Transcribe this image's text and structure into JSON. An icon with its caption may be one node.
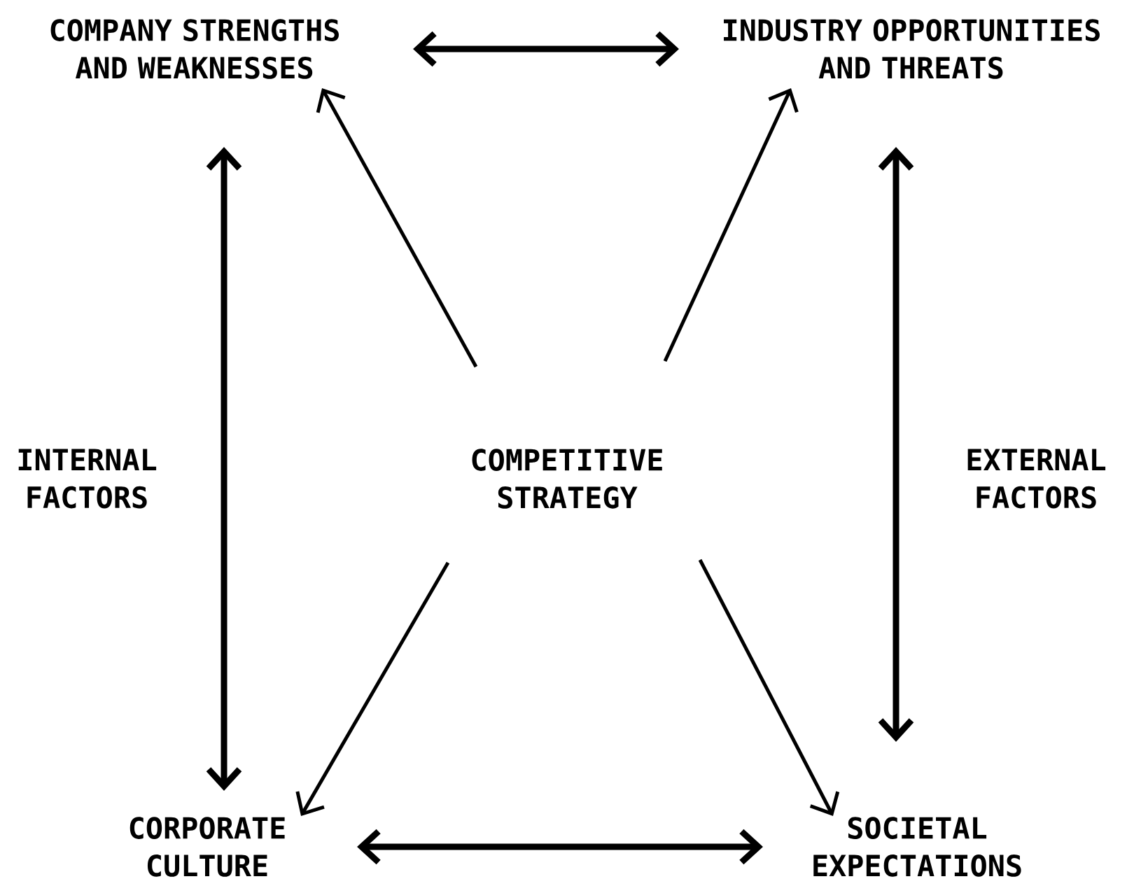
{
  "diagram": {
    "nodes": [
      {
        "text": [
          "COMPANY STRENGTHS AND WEAKNESSES"
        ]
      },
      {
        "text": [
          "INDUSTRY OPPORTUNITIES AND THREATS"
        ]
      },
      {
        "text": [
          "COMPETITIVE STRATEGY"
        ]
      },
      {
        "text": [
          "CORPORATE CULTURE"
        ]
      },
      {
        "text": [
          "SOCIETAL EXPECTATIONS"
        ]
      }
    ],
    "edges": [
      {
        "from": 0,
        "to": 1,
        "arrow": "both",
        "style": "thick"
      },
      {
        "from": 0,
        "to": 3,
        "arrow": "both",
        "style": "thick"
      },
      {
        "from": 1,
        "to": 4,
        "arrow": "both",
        "style": "thick"
      },
      {
        "from": 3,
        "to": 4,
        "arrow": "both",
        "style": "thick"
      },
      {
        "from": 2,
        "to": 0,
        "arrow": "to"
      },
      {
        "from": 2,
        "to": 1,
        "arrow": "to"
      },
      {
        "from": 2,
        "to": 3,
        "arrow": "to"
      },
      {
        "from": 2,
        "to": 4,
        "arrow": "to"
      }
    ],
    "labels": [
      "INTERNAL FACTORS",
      "EXTERNAL FACTORS"
    ]
  }
}
